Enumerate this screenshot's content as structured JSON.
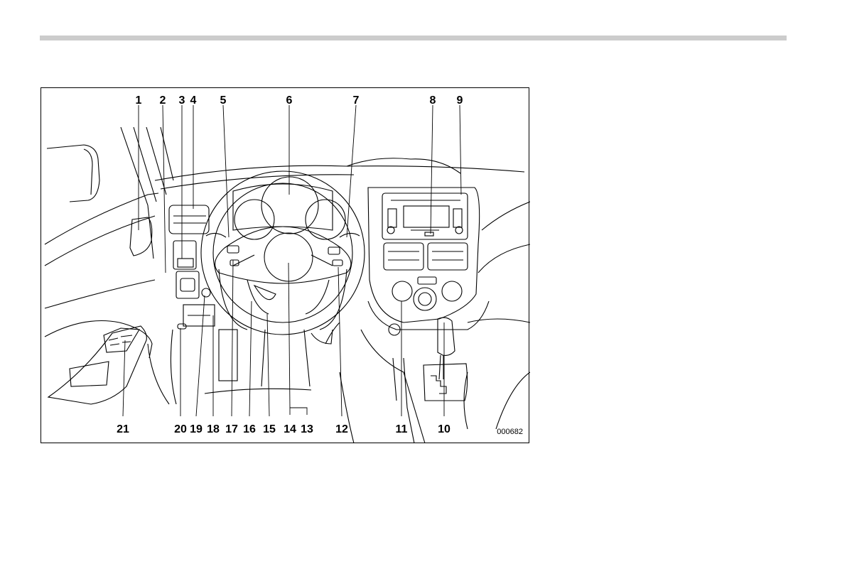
{
  "diagram": {
    "figure_code": "000682",
    "callouts_top": [
      "1",
      "2",
      "3",
      "4",
      "5",
      "6",
      "7",
      "8",
      "9"
    ],
    "callouts_bottom": [
      "21",
      "20",
      "19",
      "18",
      "17",
      "16",
      "15",
      "14",
      "13",
      "12",
      "11",
      "10"
    ]
  }
}
